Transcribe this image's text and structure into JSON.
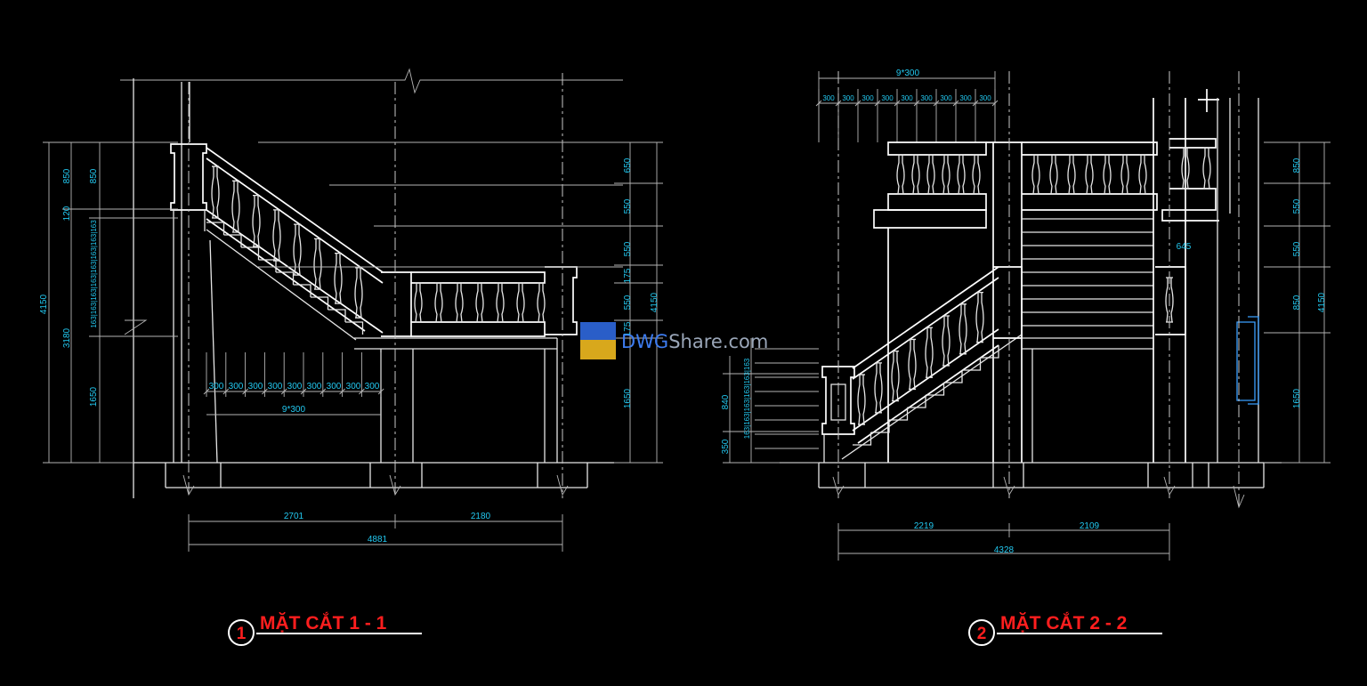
{
  "sections": [
    {
      "number": "1",
      "title": "MẶT CẮT 1 - 1",
      "dims": {
        "total_height": "4150",
        "left_upper_a": "850",
        "left_upper_b": "120",
        "left_lower": "3180",
        "right_a": "850",
        "right_b": "1650",
        "step_risers": "163|163|163|163|163|163|163|163",
        "right_stack": [
          "650",
          "550",
          "550",
          "175",
          "550",
          "175"
        ],
        "right_total": "4150",
        "right_bottom": "1650",
        "treads": [
          "300",
          "300",
          "300",
          "300",
          "300",
          "300",
          "300",
          "300",
          "300"
        ],
        "treads_total": "9*300",
        "bottom_left": "2701",
        "bottom_right": "2180",
        "bottom_total": "4881"
      }
    },
    {
      "number": "2",
      "title": "MẶT CẮT 2 - 2",
      "dims": {
        "top_total": "9*300",
        "treads": [
          "300",
          "300",
          "300",
          "300",
          "300",
          "300",
          "300",
          "300",
          "300"
        ],
        "left_a": "840",
        "left_b": "350",
        "step_risers": "163|163|163|163|163|163",
        "right_stack": [
          "850",
          "550",
          "550",
          "850",
          "1650"
        ],
        "right_total": "4150",
        "right_note": "645",
        "bottom_left": "2219",
        "bottom_right": "2109",
        "bottom_total": "4328"
      }
    }
  ],
  "watermark": {
    "brand_a": "DWG",
    "brand_b": "Share",
    "brand_c": ".com"
  },
  "colors": {
    "background": "#000000",
    "lines": "#ffffff",
    "dimensions": "#22c8f0",
    "titles": "#ff1e1e"
  }
}
